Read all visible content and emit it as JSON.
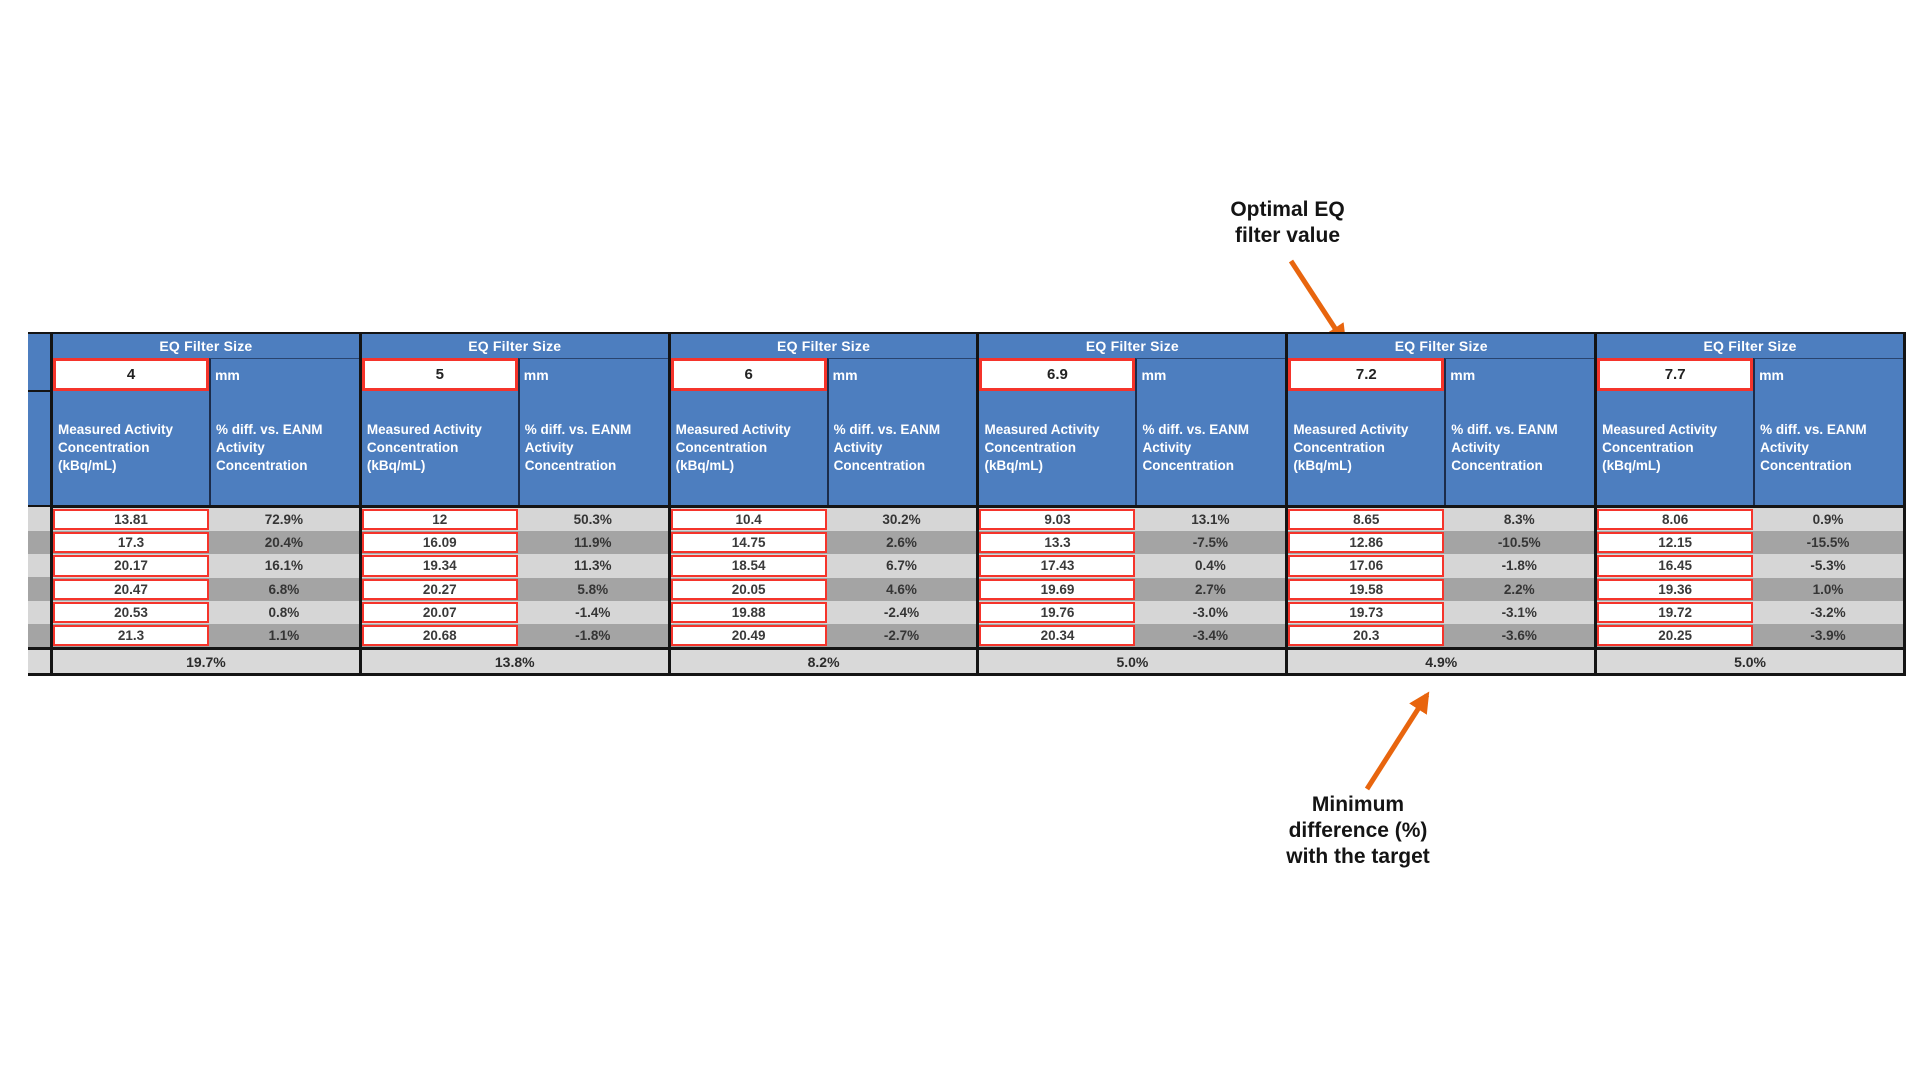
{
  "annotations": {
    "optimal": "Optimal EQ\nfilter value",
    "minimum": "Minimum\ndifference (%)\nwith the target"
  },
  "colors": {
    "header_blue": "#4d7ebf",
    "input_border_red": "#f5342b",
    "row_light": "#d6d6d6",
    "row_dark": "#a4a4a4",
    "footer_gray": "#d9d9d9",
    "arrow_orange": "#e8650e"
  },
  "table": {
    "group_header": "EQ Filter Size",
    "unit": "mm",
    "col_measured": "Measured Activity Concentration (kBq/mL)",
    "col_diff": "% diff. vs. EANM Activity Concentration",
    "groups": [
      {
        "size": "4",
        "rows": [
          {
            "measured": "13.81",
            "diff": "72.9%"
          },
          {
            "measured": "17.3",
            "diff": "20.4%"
          },
          {
            "measured": "20.17",
            "diff": "16.1%"
          },
          {
            "measured": "20.47",
            "diff": "6.8%"
          },
          {
            "measured": "20.53",
            "diff": "0.8%"
          },
          {
            "measured": "21.3",
            "diff": "1.1%"
          }
        ],
        "min_diff": "19.7%"
      },
      {
        "size": "5",
        "rows": [
          {
            "measured": "12",
            "diff": "50.3%"
          },
          {
            "measured": "16.09",
            "diff": "11.9%"
          },
          {
            "measured": "19.34",
            "diff": "11.3%"
          },
          {
            "measured": "20.27",
            "diff": "5.8%"
          },
          {
            "measured": "20.07",
            "diff": "-1.4%"
          },
          {
            "measured": "20.68",
            "diff": "-1.8%"
          }
        ],
        "min_diff": "13.8%"
      },
      {
        "size": "6",
        "rows": [
          {
            "measured": "10.4",
            "diff": "30.2%"
          },
          {
            "measured": "14.75",
            "diff": "2.6%"
          },
          {
            "measured": "18.54",
            "diff": "6.7%"
          },
          {
            "measured": "20.05",
            "diff": "4.6%"
          },
          {
            "measured": "19.88",
            "diff": "-2.4%"
          },
          {
            "measured": "20.49",
            "diff": "-2.7%"
          }
        ],
        "min_diff": "8.2%"
      },
      {
        "size": "6.9",
        "rows": [
          {
            "measured": "9.03",
            "diff": "13.1%"
          },
          {
            "measured": "13.3",
            "diff": "-7.5%"
          },
          {
            "measured": "17.43",
            "diff": "0.4%"
          },
          {
            "measured": "19.69",
            "diff": "2.7%"
          },
          {
            "measured": "19.76",
            "diff": "-3.0%"
          },
          {
            "measured": "20.34",
            "diff": "-3.4%"
          }
        ],
        "min_diff": "5.0%"
      },
      {
        "size": "7.2",
        "rows": [
          {
            "measured": "8.65",
            "diff": "8.3%"
          },
          {
            "measured": "12.86",
            "diff": "-10.5%"
          },
          {
            "measured": "17.06",
            "diff": "-1.8%"
          },
          {
            "measured": "19.58",
            "diff": "2.2%"
          },
          {
            "measured": "19.73",
            "diff": "-3.1%"
          },
          {
            "measured": "20.3",
            "diff": "-3.6%"
          }
        ],
        "min_diff": "4.9%"
      },
      {
        "size": "7.7",
        "rows": [
          {
            "measured": "8.06",
            "diff": "0.9%"
          },
          {
            "measured": "12.15",
            "diff": "-15.5%"
          },
          {
            "measured": "16.45",
            "diff": "-5.3%"
          },
          {
            "measured": "19.36",
            "diff": "1.0%"
          },
          {
            "measured": "19.72",
            "diff": "-3.2%"
          },
          {
            "measured": "20.25",
            "diff": "-3.9%"
          }
        ],
        "min_diff": "5.0%"
      }
    ]
  }
}
